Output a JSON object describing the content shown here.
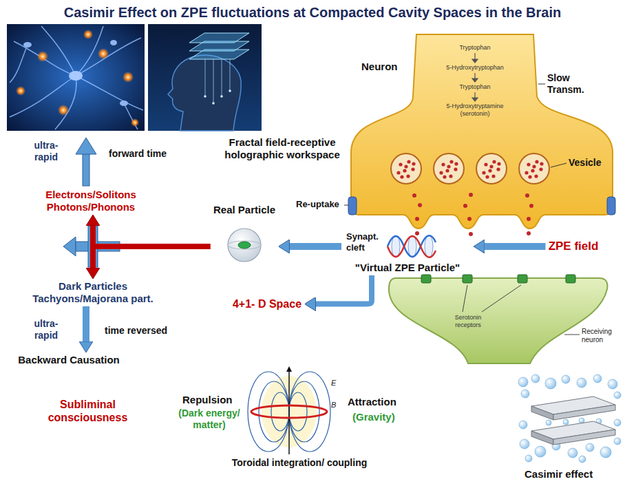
{
  "diagram": {
    "title": "Casimir Effect on ZPE fluctuations at Compacted Cavity Spaces in the Brain",
    "nodes": [
      {
        "text": [
          "Neuron",
          "Tryptophan",
          "5-Hydroxytryptophan",
          "Tryptophan",
          "5-Hydroxytryptamine (serotonin)",
          "Slow Transm.",
          "Vesicle"
        ]
      },
      {
        "text": [
          "Electrons/Solitons Photons/Phonons"
        ]
      },
      {
        "text": [
          "Real Particle"
        ]
      },
      {
        "text": [
          "\"Virtual ZPE Particle\""
        ]
      },
      {
        "text": [
          "ZPE field"
        ]
      },
      {
        "text": [
          "Dark Particles Tachyons/Majorana part."
        ]
      },
      {
        "text": [
          "4+1- D Space"
        ]
      },
      {
        "text": [
          "Serotonin receptors",
          "Receiving neuron"
        ]
      },
      {
        "text": [
          "Backward Causation"
        ]
      }
    ],
    "edges": [
      {
        "from": 4,
        "to": 3,
        "arrow": "to"
      },
      {
        "from": 3,
        "to": 2,
        "arrow": "to"
      },
      {
        "from": 2,
        "to": 1,
        "arrow": "to"
      },
      {
        "from": 2,
        "to": 5,
        "arrow": "to"
      },
      {
        "from": 3,
        "to": 6,
        "arrow": "to"
      },
      {
        "from": 5,
        "to": 8,
        "arrow": "to"
      }
    ],
    "labels": [
      "ultra-rapid",
      "forward time",
      "Fractal field-receptive holographic workspace",
      "Re-uptake",
      "Synapt. cleft",
      "ultra-rapid",
      "time reversed",
      "Repulsion",
      "(Dark energy/ matter)",
      "Attraction",
      "(Gravity)",
      "E",
      "B",
      "Toroidal integration/ coupling",
      "Subliminal consciousness",
      "Casimir effect"
    ]
  }
}
